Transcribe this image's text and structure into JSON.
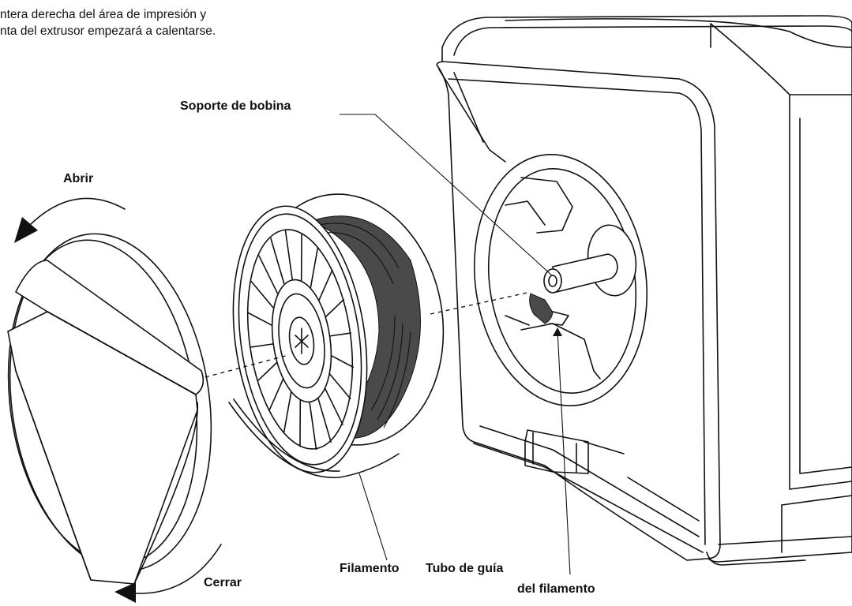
{
  "intro_text": "ntera derecha del área de impresión y\nnta del extrusor empezará a calentarse.",
  "labels": {
    "spool_holder": "Soporte de bobina",
    "open": "Abrir",
    "close": "Cerrar",
    "filament": "Filamento",
    "guide_tube": "Tubo de guía",
    "guide_tube_line2": "del filamento"
  },
  "colors": {
    "ink": "#111111",
    "background": "#ffffff",
    "spool_shade": "#4a4a4a"
  },
  "icons": [
    "open-rotation-arrow-icon",
    "close-rotation-arrow-icon"
  ]
}
